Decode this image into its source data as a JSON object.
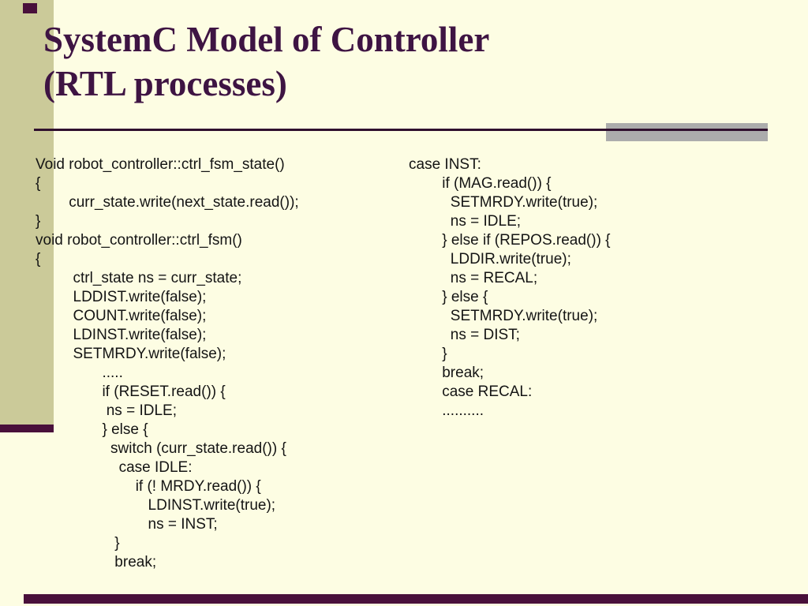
{
  "slide": {
    "title": {
      "line1": "SystemC Model of Controller",
      "line2": "(RTL processes)"
    },
    "colors": {
      "background": "#FDFDE3",
      "sidebar": "#CBCA99",
      "accent_plum": "#49103B",
      "title_text": "#3E1443",
      "divider_line": "#30102E",
      "divider_gray": "#ACACAC",
      "code_text": "#141414"
    },
    "code_left": [
      "Void robot_controller::ctrl_fsm_state()",
      "{",
      "        curr_state.write(next_state.read());",
      "}",
      "void robot_controller::ctrl_fsm()",
      "{",
      "         ctrl_state ns = curr_state;",
      "         LDDIST.write(false);",
      "         COUNT.write(false);",
      "         LDINST.write(false);",
      "         SETMRDY.write(false);",
      "                .....",
      "                if (RESET.read()) {",
      "                 ns = IDLE;",
      "                } else {",
      "                  switch (curr_state.read()) {",
      "                    case IDLE:",
      "                        if (! MRDY.read()) {",
      "                           LDINST.write(true);",
      "                           ns = INST;",
      "                   }",
      "                   break;"
    ],
    "code_right": [
      "case INST:",
      "        if (MAG.read()) {",
      "          SETMRDY.write(true);",
      "          ns = IDLE;",
      "        } else if (REPOS.read()) {",
      "          LDDIR.write(true);",
      "          ns = RECAL;",
      "        } else {",
      "          SETMRDY.write(true);",
      "          ns = DIST;",
      "        }",
      "        break;",
      "        case RECAL:",
      "        .........."
    ]
  }
}
